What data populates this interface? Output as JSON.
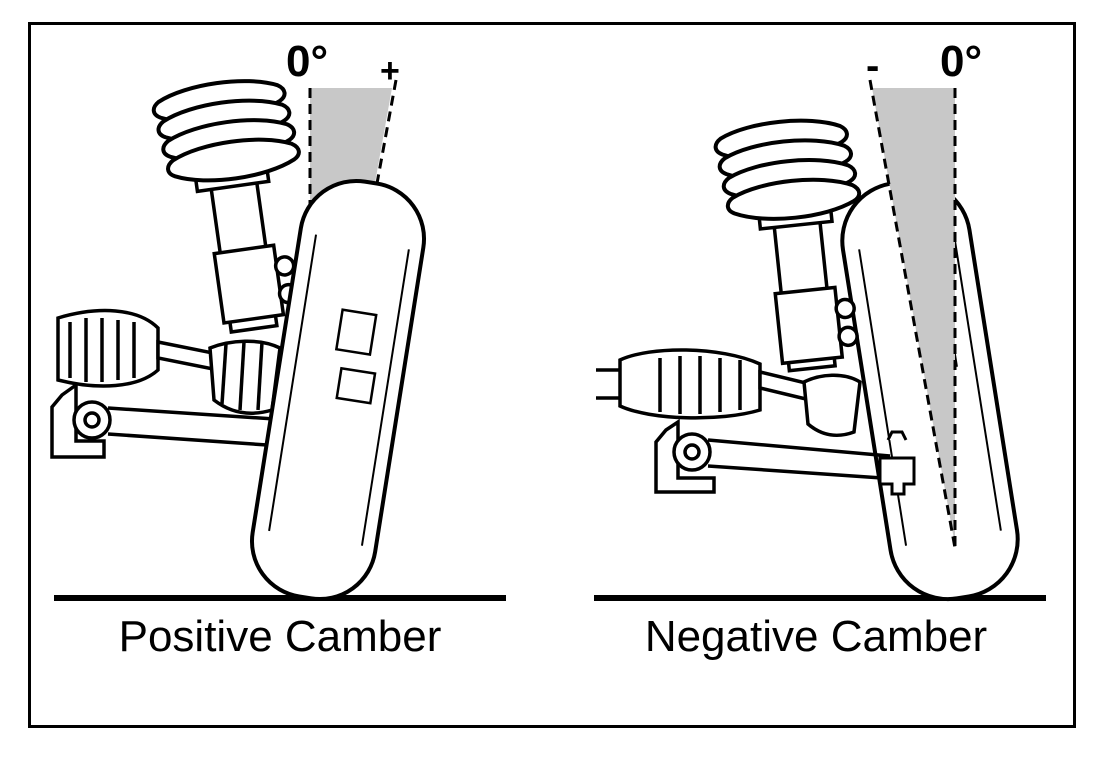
{
  "panels": [
    {
      "caption": "Positive Camber",
      "zero_label": "0°",
      "sign_label": "+"
    },
    {
      "caption": "Negative Camber",
      "zero_label": "0°",
      "sign_label": "-"
    }
  ],
  "colors": {
    "line": "#000000",
    "wedge": "#c8c8c8",
    "background": "#ffffff"
  }
}
